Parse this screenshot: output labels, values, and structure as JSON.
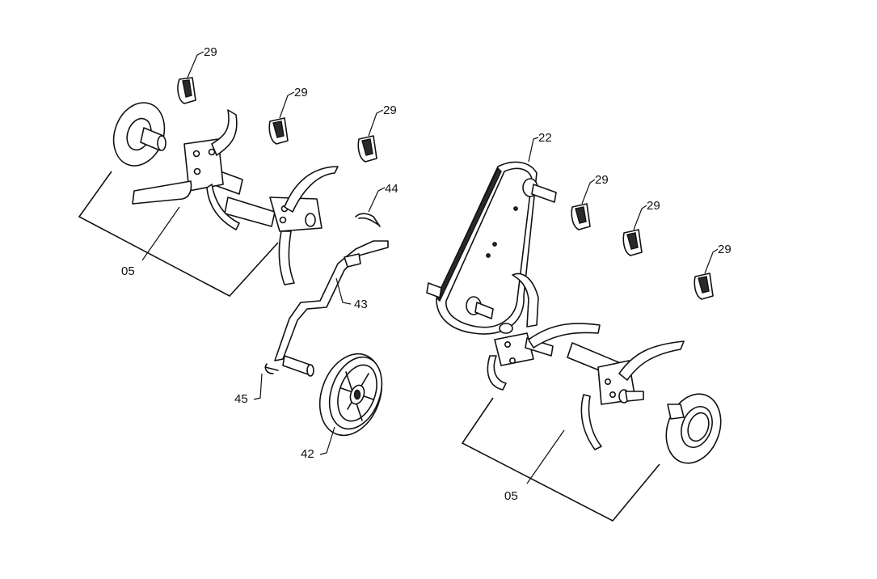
{
  "diagram": {
    "callouts": {
      "clip_a": "29",
      "clip_b": "29",
      "clip_c": "29",
      "clip_d": "29",
      "clip_e": "29",
      "clip_f": "29",
      "gear_housing": "22",
      "hairpin": "44",
      "wheel_bracket": "43",
      "cotter_pin": "45",
      "wheel": "42",
      "tine_assembly_left": "05",
      "tine_assembly_right": "05"
    }
  }
}
